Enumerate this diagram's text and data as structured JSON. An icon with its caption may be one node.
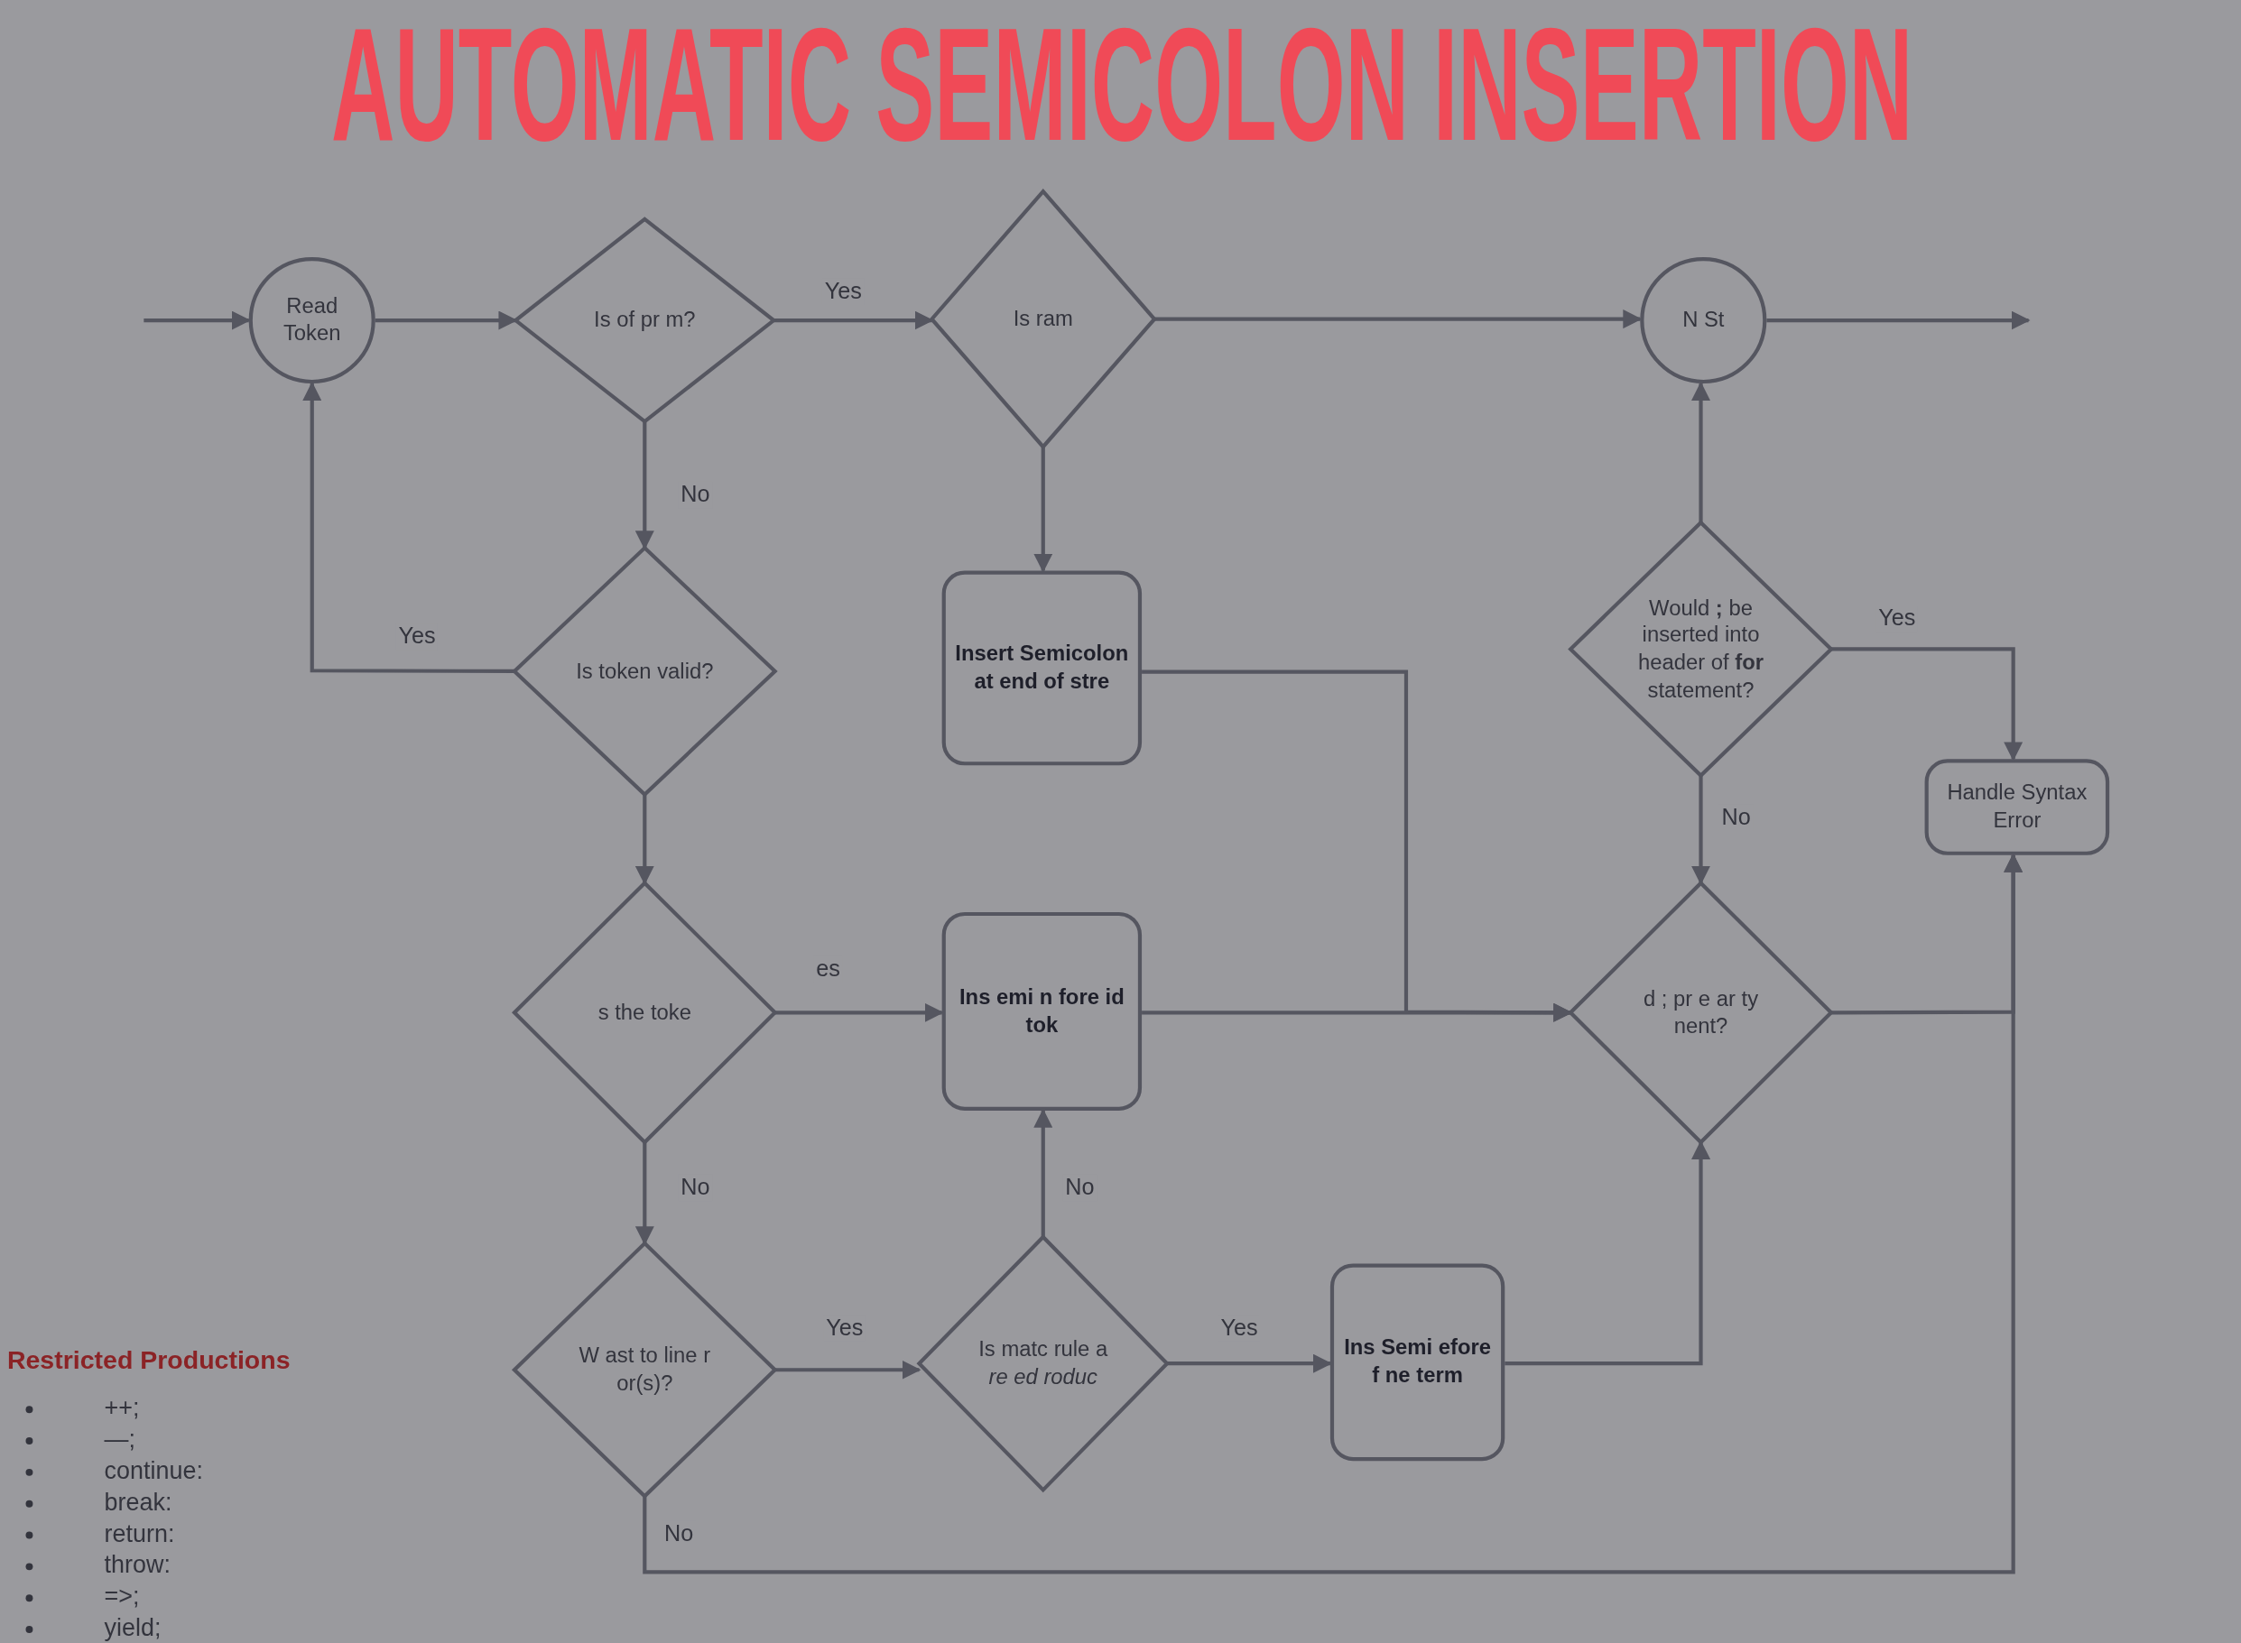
{
  "diagram": {
    "title": "AUTOMATIC SEMICOLON INSERTION",
    "nodes": [
      {
        "text": [
          "Read Token"
        ]
      },
      {
        "text": [
          "Is of pr m?"
        ]
      },
      {
        "text": [
          "Is ram"
        ]
      },
      {
        "text": [
          "N St"
        ]
      },
      {
        "text": [
          "Is token valid?"
        ]
      },
      {
        "text": [
          "Insert Semicolon at end of stre"
        ]
      },
      {
        "text": [
          "Would **;** be inserted into header of **for** statement?"
        ]
      },
      {
        "text": [
          "Handle Syntax Error"
        ]
      },
      {
        "text": [
          "s the toke"
        ]
      },
      {
        "text": [
          "Ins emi n fore id tok"
        ]
      },
      {
        "text": [
          "d ; pr e ar ty nent?"
        ]
      },
      {
        "text": [
          "W ast to line r or(s)?"
        ]
      },
      {
        "text": [
          "Is matc rule a *re ed roduc*"
        ]
      },
      {
        "text": [
          "Ins Semi efore f ne term"
        ]
      }
    ],
    "edges": [
      {
        "from": null,
        "to": 0,
        "arrow": "to"
      },
      {
        "from": 0,
        "to": 1,
        "arrow": "to"
      },
      {
        "from": 1,
        "to": 2,
        "arrow": "to",
        "label": "Yes"
      },
      {
        "from": 2,
        "to": 3,
        "arrow": "to"
      },
      {
        "from": 3,
        "to": null,
        "arrow": "to"
      },
      {
        "from": 2,
        "to": 5,
        "arrow": "to"
      },
      {
        "from": 1,
        "to": 4,
        "arrow": "to",
        "label": "No"
      },
      {
        "from": 4,
        "to": 0,
        "arrow": "to",
        "label": "Yes"
      },
      {
        "from": 4,
        "to": 8,
        "arrow": "to"
      },
      {
        "from": 5,
        "to": 10,
        "arrow": "to"
      },
      {
        "from": 8,
        "to": 9,
        "arrow": "to",
        "label": "es"
      },
      {
        "from": 9,
        "to": 10,
        "arrow": "to"
      },
      {
        "from": 8,
        "to": 11,
        "arrow": "to",
        "label": "No"
      },
      {
        "from": 11,
        "to": 12,
        "arrow": "to",
        "label": "Yes"
      },
      {
        "from": 12,
        "to": 9,
        "arrow": "to",
        "label": "No"
      },
      {
        "from": 12,
        "to": 13,
        "arrow": "to",
        "label": "Yes"
      },
      {
        "from": 13,
        "to": 10,
        "arrow": "to"
      },
      {
        "from": 6,
        "to": 7,
        "arrow": "to",
        "label": "Yes"
      },
      {
        "from": 6,
        "to": 10,
        "arrow": "to",
        "label": "No"
      },
      {
        "from": 10,
        "to": 7,
        "arrow": "to"
      },
      {
        "from": 11,
        "to": 7,
        "arrow": "to",
        "label": "No"
      },
      {
        "from": 6,
        "to": 3,
        "arrow": "to"
      }
    ],
    "labels": [
      "Restricted Productions",
      "++;",
      "—;",
      "continue:",
      "break:",
      "return:",
      "throw:",
      "=>;",
      "yield;"
    ]
  }
}
